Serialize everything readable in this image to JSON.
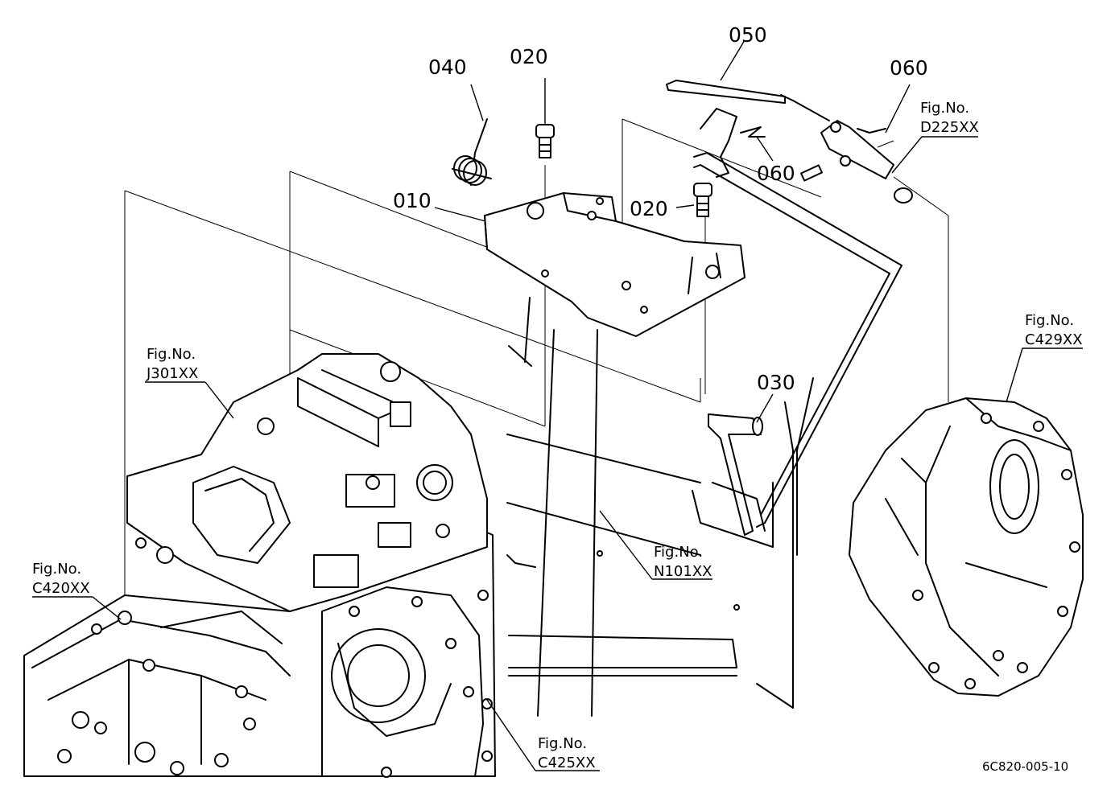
{
  "part_numbers": {
    "p010": "010",
    "p020a": "020",
    "p020b": "020",
    "p030": "030",
    "p040": "040",
    "p050": "050",
    "p060a": "060",
    "p060b": "060"
  },
  "figure_refs": {
    "j301": {
      "prefix": "Fig.No.",
      "code": "J301XX"
    },
    "c420": {
      "prefix": "Fig.No.",
      "code": "C420XX"
    },
    "n101": {
      "prefix": "Fig.No.",
      "code": "N101XX"
    },
    "c425": {
      "prefix": "Fig.No.",
      "code": "C425XX"
    },
    "c429": {
      "prefix": "Fig.No.",
      "code": "C429XX"
    },
    "d225": {
      "prefix": "Fig.No.",
      "code": "D225XX"
    }
  },
  "drawing_code": "6C820-005-10",
  "colors": {
    "line": "#000000",
    "background": "#ffffff"
  }
}
